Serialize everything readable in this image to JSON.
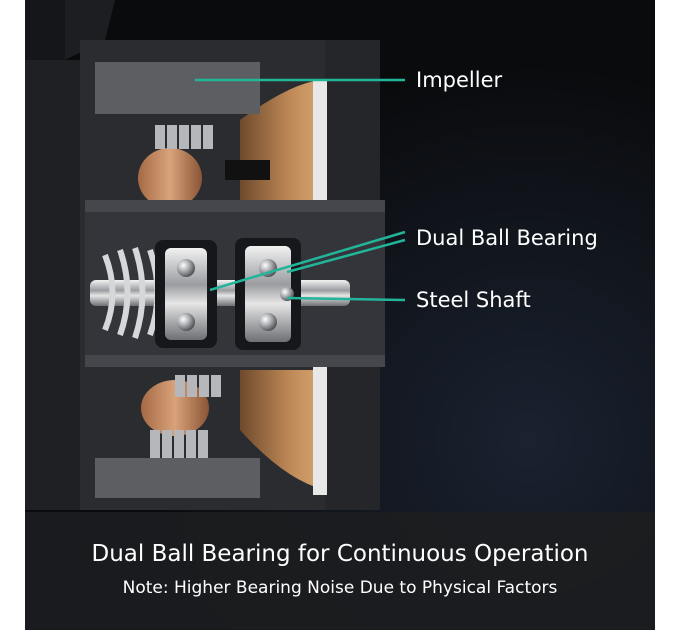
{
  "labels": {
    "impeller": "Impeller",
    "dual_ball_bearing": "Dual Ball Bearing",
    "steel_shaft": "Steel Shaft"
  },
  "caption": {
    "title": "Dual Ball Bearing for Continuous Operation",
    "note": "Note: Higher Bearing Noise Due to Physical Factors"
  },
  "colors": {
    "background": "#0a0b0d",
    "housing": "#2a2c30",
    "callout_line": "#23b59a",
    "copper": "#c98a5a",
    "caption_bar": "#1c1d20"
  }
}
